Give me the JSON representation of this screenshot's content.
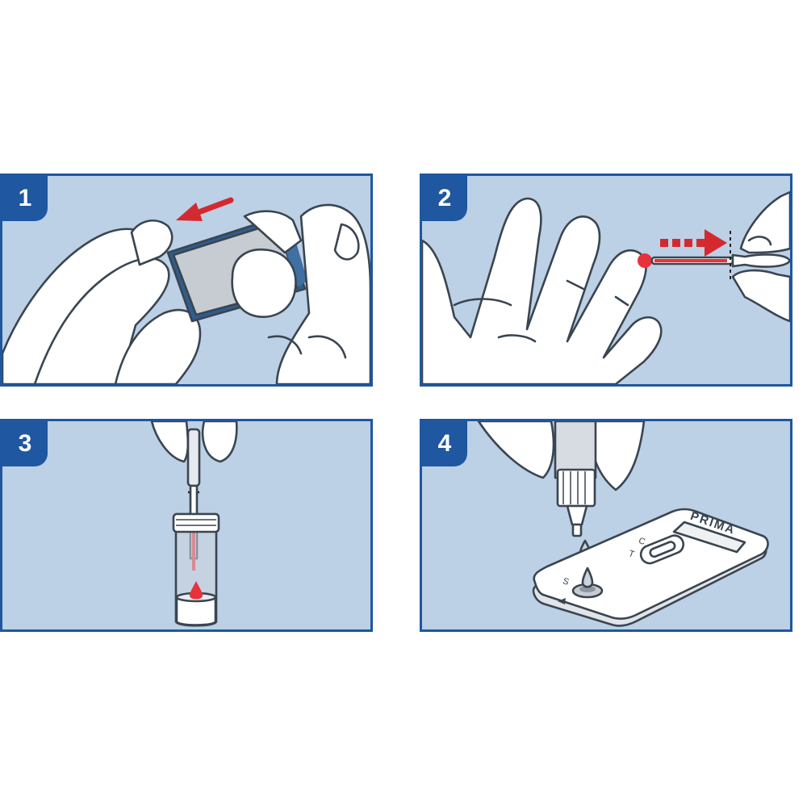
{
  "steps": [
    {
      "number": "1"
    },
    {
      "number": "2"
    },
    {
      "number": "3"
    },
    {
      "number": "4"
    }
  ],
  "cassette": {
    "brand": "PRIMA",
    "control_mark": "C",
    "test_mark": "T",
    "sample_mark": "S"
  },
  "colors": {
    "panel_border": "#1f57a0",
    "panel_background": "#bcd0e6",
    "badge": "#1f57a0",
    "blood": "#e8323a",
    "arrow": "#d42a2f",
    "outline": "#3a4550"
  }
}
